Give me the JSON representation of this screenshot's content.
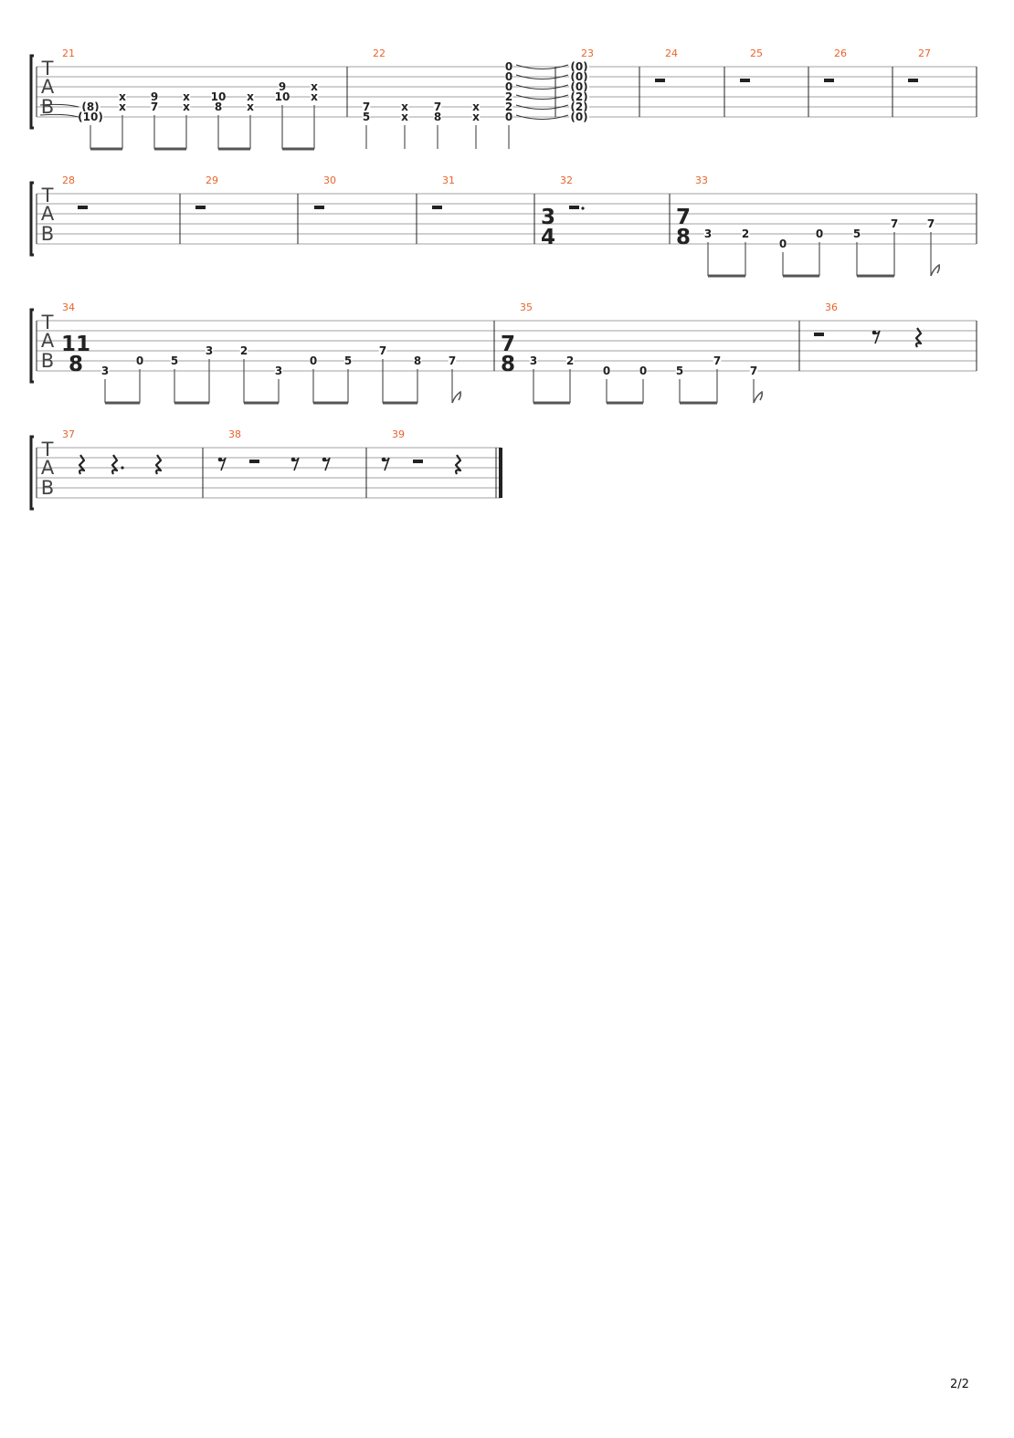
{
  "page": {
    "number_label": "2/2"
  },
  "tab_clef": [
    "T",
    "A",
    "B"
  ],
  "systems": [
    {
      "measures": [
        {
          "number": "21",
          "events": [
            {
              "notes": [
                {
                  "s": 5,
                  "f": "(8)"
                },
                {
                  "s": 6,
                  "f": "(10)"
                }
              ],
              "dur": "8"
            },
            {
              "notes": [
                {
                  "s": 4,
                  "f": "x"
                },
                {
                  "s": 5,
                  "f": "x"
                }
              ],
              "dur": "8"
            },
            {
              "notes": [
                {
                  "s": 4,
                  "f": "9"
                },
                {
                  "s": 5,
                  "f": "7"
                }
              ],
              "dur": "8"
            },
            {
              "notes": [
                {
                  "s": 4,
                  "f": "x"
                },
                {
                  "s": 5,
                  "f": "x"
                }
              ],
              "dur": "8"
            },
            {
              "notes": [
                {
                  "s": 4,
                  "f": "10"
                },
                {
                  "s": 5,
                  "f": "8"
                }
              ],
              "dur": "8"
            },
            {
              "notes": [
                {
                  "s": 4,
                  "f": "x"
                },
                {
                  "s": 5,
                  "f": "x"
                }
              ],
              "dur": "8"
            },
            {
              "notes": [
                {
                  "s": 3,
                  "f": "9"
                },
                {
                  "s": 4,
                  "f": "10"
                }
              ],
              "dur": "8"
            },
            {
              "notes": [
                {
                  "s": 3,
                  "f": "x"
                },
                {
                  "s": 4,
                  "f": "x"
                }
              ],
              "dur": "8"
            }
          ],
          "beams": [
            [
              0,
              1
            ],
            [
              2,
              3
            ],
            [
              4,
              5
            ],
            [
              6,
              7
            ]
          ]
        },
        {
          "number": "22",
          "events": [
            {
              "notes": [
                {
                  "s": 5,
                  "f": "7"
                },
                {
                  "s": 6,
                  "f": "5"
                }
              ],
              "dur": "q"
            },
            {
              "notes": [
                {
                  "s": 5,
                  "f": "x"
                },
                {
                  "s": 6,
                  "f": "x"
                }
              ],
              "dur": "8"
            },
            {
              "notes": [
                {
                  "s": 5,
                  "f": "7"
                },
                {
                  "s": 6,
                  "f": "8"
                }
              ],
              "dur": "q"
            },
            {
              "notes": [
                {
                  "s": 5,
                  "f": "x"
                },
                {
                  "s": 6,
                  "f": "x"
                }
              ],
              "dur": "8"
            },
            {
              "notes": [
                {
                  "s": 1,
                  "f": "0"
                },
                {
                  "s": 2,
                  "f": "0"
                },
                {
                  "s": 3,
                  "f": "0"
                },
                {
                  "s": 4,
                  "f": "2"
                },
                {
                  "s": 5,
                  "f": "2"
                },
                {
                  "s": 6,
                  "f": "0"
                }
              ],
              "dur": "q"
            }
          ],
          "beams": []
        },
        {
          "number": "23",
          "events": [
            {
              "notes": [
                {
                  "s": 1,
                  "f": "(0)"
                },
                {
                  "s": 2,
                  "f": "(0)"
                },
                {
                  "s": 3,
                  "f": "(0)"
                },
                {
                  "s": 4,
                  "f": "(2)"
                },
                {
                  "s": 5,
                  "f": "(2)"
                },
                {
                  "s": 6,
                  "f": "(0)"
                }
              ],
              "dur": "tied"
            }
          ],
          "beams": []
        },
        {
          "number": "24",
          "events": [
            {
              "rest": "half"
            }
          ],
          "beams": []
        },
        {
          "number": "25",
          "events": [
            {
              "rest": "half"
            }
          ],
          "beams": []
        },
        {
          "number": "26",
          "events": [
            {
              "rest": "half"
            }
          ],
          "beams": []
        },
        {
          "number": "27",
          "events": [
            {
              "rest": "half"
            }
          ],
          "beams": []
        }
      ]
    },
    {
      "measures": [
        {
          "number": "28",
          "events": [
            {
              "rest": "half"
            }
          ],
          "beams": []
        },
        {
          "number": "29",
          "events": [
            {
              "rest": "half"
            }
          ],
          "beams": []
        },
        {
          "number": "30",
          "events": [
            {
              "rest": "half"
            }
          ],
          "beams": []
        },
        {
          "number": "31",
          "events": [
            {
              "rest": "half"
            }
          ],
          "beams": []
        },
        {
          "number": "32",
          "time": [
            "3",
            "4"
          ],
          "events": [
            {
              "rest": "dotted-half"
            }
          ],
          "beams": []
        },
        {
          "number": "33",
          "time": [
            "7",
            "8"
          ],
          "events": [
            {
              "notes": [
                {
                  "s": 5,
                  "f": "3"
                }
              ],
              "dur": "8"
            },
            {
              "notes": [
                {
                  "s": 5,
                  "f": "2"
                }
              ],
              "dur": "8"
            },
            {
              "notes": [
                {
                  "s": 6,
                  "f": "0"
                }
              ],
              "dur": "8"
            },
            {
              "notes": [
                {
                  "s": 5,
                  "f": "0"
                }
              ],
              "dur": "8"
            },
            {
              "notes": [
                {
                  "s": 5,
                  "f": "5"
                }
              ],
              "dur": "8"
            },
            {
              "notes": [
                {
                  "s": 4,
                  "f": "7"
                }
              ],
              "dur": "8"
            },
            {
              "notes": [
                {
                  "s": 4,
                  "f": "7"
                }
              ],
              "dur": "8f"
            }
          ],
          "beams": [
            [
              0,
              1
            ],
            [
              2,
              3
            ],
            [
              4,
              5
            ]
          ]
        }
      ]
    },
    {
      "measures": [
        {
          "number": "34",
          "time": [
            "11",
            "8"
          ],
          "events": [
            {
              "notes": [
                {
                  "s": 6,
                  "f": "3"
                }
              ],
              "dur": "8"
            },
            {
              "notes": [
                {
                  "s": 5,
                  "f": "0"
                }
              ],
              "dur": "8"
            },
            {
              "notes": [
                {
                  "s": 5,
                  "f": "5"
                }
              ],
              "dur": "8"
            },
            {
              "notes": [
                {
                  "s": 4,
                  "f": "3"
                }
              ],
              "dur": "8"
            },
            {
              "notes": [
                {
                  "s": 4,
                  "f": "2"
                }
              ],
              "dur": "8"
            },
            {
              "notes": [
                {
                  "s": 6,
                  "f": "3"
                }
              ],
              "dur": "8"
            },
            {
              "notes": [
                {
                  "s": 5,
                  "f": "0"
                }
              ],
              "dur": "8"
            },
            {
              "notes": [
                {
                  "s": 5,
                  "f": "5"
                }
              ],
              "dur": "8"
            },
            {
              "notes": [
                {
                  "s": 4,
                  "f": "7"
                }
              ],
              "dur": "8"
            },
            {
              "notes": [
                {
                  "s": 5,
                  "f": "8"
                }
              ],
              "dur": "8"
            },
            {
              "notes": [
                {
                  "s": 5,
                  "f": "7"
                }
              ],
              "dur": "8f"
            }
          ],
          "beams": [
            [
              0,
              1
            ],
            [
              2,
              3
            ],
            [
              4,
              5
            ],
            [
              6,
              7
            ],
            [
              8,
              9
            ]
          ]
        },
        {
          "number": "35",
          "time": [
            "7",
            "8"
          ],
          "events": [
            {
              "notes": [
                {
                  "s": 5,
                  "f": "3"
                }
              ],
              "dur": "8"
            },
            {
              "notes": [
                {
                  "s": 5,
                  "f": "2"
                }
              ],
              "dur": "8"
            },
            {
              "notes": [
                {
                  "s": 6,
                  "f": "0"
                }
              ],
              "dur": "8"
            },
            {
              "notes": [
                {
                  "s": 6,
                  "f": "0"
                }
              ],
              "dur": "8"
            },
            {
              "notes": [
                {
                  "s": 6,
                  "f": "5"
                }
              ],
              "dur": "8"
            },
            {
              "notes": [
                {
                  "s": 5,
                  "f": "7"
                }
              ],
              "dur": "8"
            },
            {
              "notes": [
                {
                  "s": 6,
                  "f": "7"
                }
              ],
              "dur": "8f"
            }
          ],
          "beams": [
            [
              0,
              1
            ],
            [
              2,
              3
            ],
            [
              4,
              5
            ]
          ]
        },
        {
          "number": "36",
          "events": [
            {
              "rest": "half"
            },
            {
              "rest": "eighth"
            },
            {
              "rest": "quarter"
            }
          ],
          "beams": []
        }
      ]
    },
    {
      "measures": [
        {
          "number": "37",
          "events": [
            {
              "rest": "quarter"
            },
            {
              "rest": "dotted-quarter"
            },
            {
              "rest": "quarter"
            }
          ],
          "beams": []
        },
        {
          "number": "38",
          "events": [
            {
              "rest": "eighth"
            },
            {
              "rest": "half"
            },
            {
              "rest": "eighth"
            },
            {
              "rest": "eighth"
            }
          ],
          "beams": []
        },
        {
          "number": "39",
          "events": [
            {
              "rest": "eighth"
            },
            {
              "rest": "half"
            },
            {
              "rest": "quarter"
            }
          ],
          "final": true,
          "beams": []
        }
      ]
    }
  ],
  "colors": {
    "measure_number": "#e8642c",
    "staff_line": "#a0a0a0",
    "ink": "#222222",
    "stem": "#555555"
  }
}
